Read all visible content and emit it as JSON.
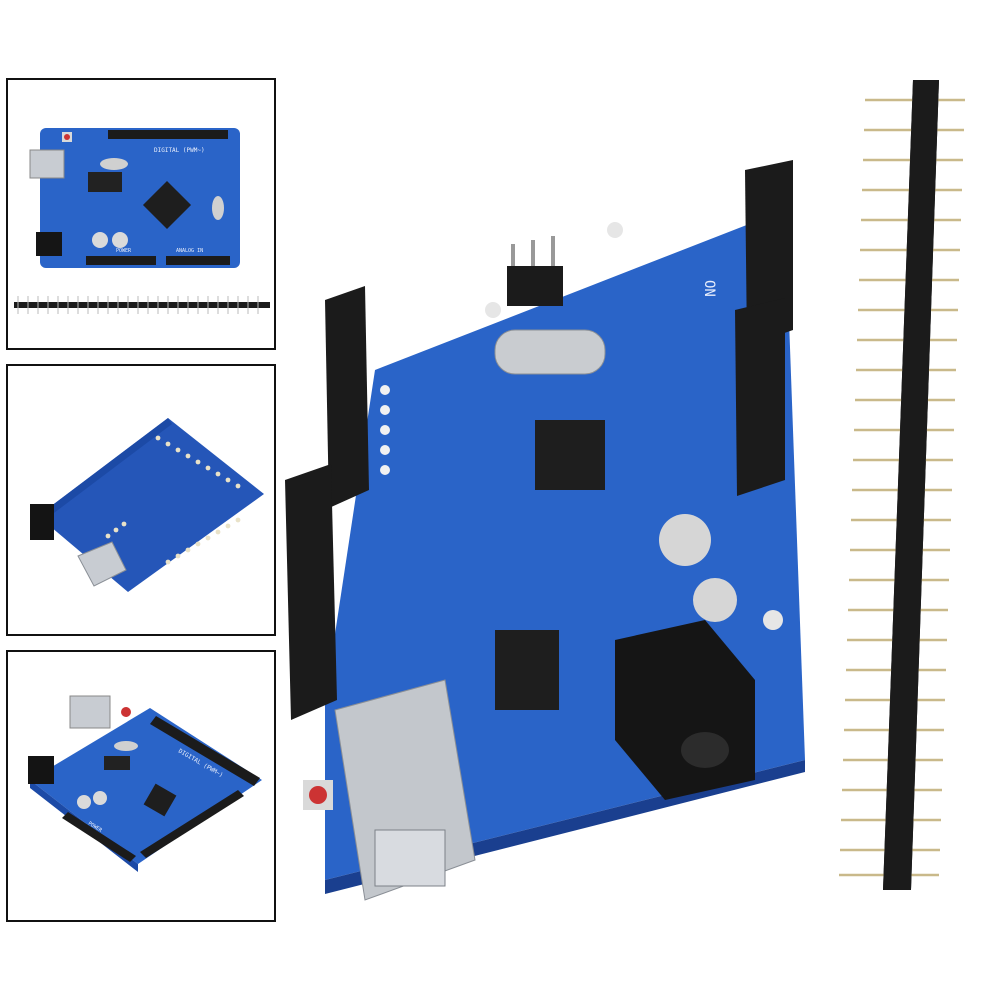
{
  "thumbnails": [
    {
      "id": "top-view",
      "silkscreen": {
        "digital": "DIGITAL (PWM~)",
        "power": "POWER",
        "analog": "ANALOG IN"
      }
    },
    {
      "id": "bottom-view"
    },
    {
      "id": "angled-view",
      "silkscreen": {
        "digital": "DIGITAL (PWM~)",
        "power": "POWER"
      }
    }
  ],
  "main_image": {
    "silkscreen": {
      "on_label": "ON"
    }
  },
  "colors": {
    "pcb_blue": "#2a64c8",
    "pcb_dark": "#1c4aa6",
    "header_black": "#1b1b1b",
    "pin_gold": "#c9b98a",
    "usb_silver": "#bfc3c8"
  }
}
